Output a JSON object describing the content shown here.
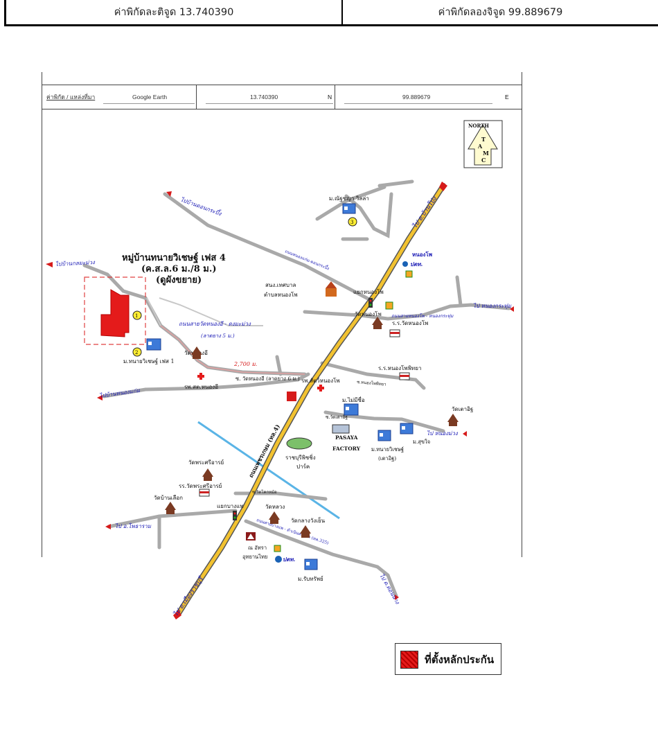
{
  "coords_bar": {
    "latitude_text": "ค่าพิกัดละติจูด 13.740390",
    "longitude_text": "ค่าพิกัดลองจิจูด 99.889679"
  },
  "map_header": {
    "label": "ค่าพิกัด / แหล่งที่มา",
    "source": "Google Earth",
    "lat": "13.740390",
    "lat_dir": "N",
    "lon": "99.889679",
    "lon_dir": "E"
  },
  "map": {
    "north": "NORTH",
    "north_letters": [
      "T",
      "A",
      "M",
      "C"
    ],
    "project_title": [
      "หมู่บ้านทนายวิเชษฐ์ เฟส 4",
      "(ค.ส.ล.6 ม./8 ม.)",
      "(ดูผังขยาย)"
    ],
    "distance": "2,700 ม.",
    "labels": {
      "to_ban_pong": "ไป อ.บ้านโป่ง",
      "to_muang": "ไป อ.เมืองราชบุรี",
      "to_don_kra_bueng": "ไปบ้านดอนกระบึ้ง",
      "to_ban_kaem_ma_muang": "ไปบ้านกลมะม่วง",
      "to_nong_kra_thum": "ไป หนองกระทุ่ม",
      "to_ban_nong_kaem": "ไปบ้านหนองแก่ม",
      "to_ban_nong_muang": "ไป หนองม่วง",
      "to_photharam": "ไป อ.โพธาราม",
      "to_damnoen": "ไป ด.ดอนนาง",
      "vill_chayanan": "ม.ณัฐชญา วิลล่า",
      "hwy_nong_kaem": "ถนนหนองแก่ม-ดอนกระบึ้ง",
      "sao_nong_pho": "สนง.เทศบาล",
      "sao_nong_pho_2": "ตำบลหนองโพ",
      "intersect_nong_pho": "แยกหนองโพ",
      "wat_nong_pho": "วัดหนองโพ",
      "school_wat_nong_pho": "ร.ร.วัดหนองโพ",
      "road_nong_pho_kra_thum": "ถนนสายหนองโพ - หนองกระทุ่ม",
      "road_wat_nong_o": "ถนนสายวัดหนองอี - ดงมะม่วง",
      "road_width": "(ลาดยาง 5 ม.)",
      "wat_nong_o": "วัดหนองอี",
      "vill_tanai_phase1": "ม.ทนายวิเชษฐ์ เฟส 1",
      "road_nong_o": "ซ. วัดหนองอี (ลาดยาง 6 ม.)",
      "hospital_nong_o": "รพ.สต.หนองอี",
      "road_nong_pho_school": "ซ.หนองโพพิทยา",
      "school_nong_pho": "ร.ร.หนองโพพิทยา",
      "hospital_nong_pho": "รพ.สัตว์หนองโพ",
      "vill_mai_mee_chue": "ม.ไม่มีชื่อ",
      "soi_wat_pa": "ซ.วัดเตาอิฐ",
      "wat_pa": "วัดเตาอิฐ",
      "pasaya": "PASAYA",
      "factory": "FACTORY",
      "vill_tanai_2": "ม.ทนายวิเชษฐ์",
      "vill_tanai_2b": "(เตาอิฐ)",
      "vill_suk_jai": "ม.สุขใจ",
      "ratchaburi_park": "ราชบุรีพิชชิ่ง",
      "ratchaburi_park_2": "ปาร์ค",
      "hwy4": "ถนนเพชรเกษม (ทล.4)",
      "wat_phra_si": "วัดพระศรีอารย์",
      "school_phra_si": "รร.วัดพระศรีอารย์",
      "wat_ban_lueak": "วัดบ้านเลือก",
      "soi_nong_yai": "ซ.วัดโคกหม้อ",
      "intersect_bang_pae": "แยกบางแพ",
      "wat_luang": "วัดหลวง",
      "wat_klang": "วัดกลางวังเย็น",
      "road_bang_pae": "ถนนสายบางแพ - ดำเนินสะดวก (ทล.325)",
      "a_thailand": "ณ อัทรา",
      "a_thailand_2": "อุทยานไทย",
      "vill_rap_sap": "ม.รับทรัพย์",
      "lotus": "หนองโพ",
      "ptt": "ปตท."
    }
  },
  "legend": {
    "label": "ที่ตั้งหลักประกัน",
    "color": "#e41b1b"
  }
}
